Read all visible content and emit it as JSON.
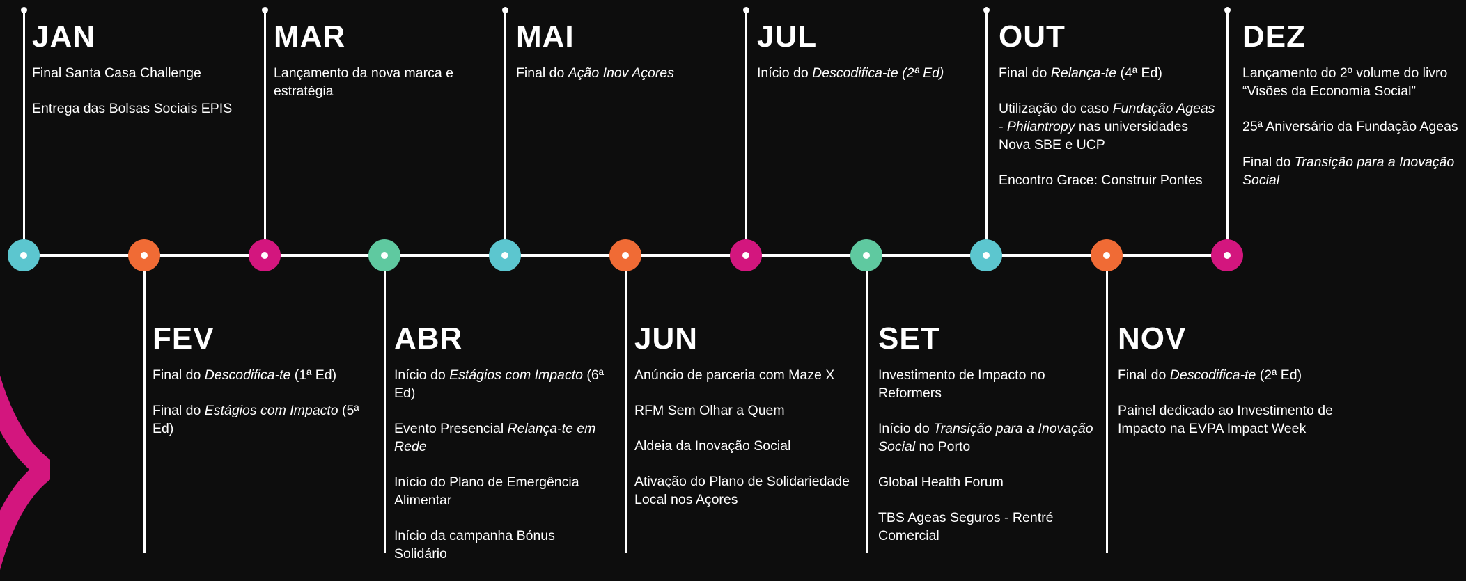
{
  "colors": {
    "teal": "#5cc6cf",
    "orange": "#f06b35",
    "pink": "#d3167e",
    "green": "#5fc9a0",
    "axis": "#ffffff",
    "background": "#0d0d0d"
  },
  "decoration": {
    "icon": "pink-star-ornament-icon"
  },
  "timeline": {
    "nodes": [
      {
        "month": "JAN",
        "color": "teal"
      },
      {
        "month": "FEV",
        "color": "orange"
      },
      {
        "month": "MAR",
        "color": "pink"
      },
      {
        "month": "ABR",
        "color": "green"
      },
      {
        "month": "MAI",
        "color": "teal"
      },
      {
        "month": "JUN",
        "color": "orange"
      },
      {
        "month": "JUL",
        "color": "pink"
      },
      {
        "month": "SET",
        "color": "green"
      },
      {
        "month": "OUT",
        "color": "teal"
      },
      {
        "month": "NOV",
        "color": "orange"
      },
      {
        "month": "DEZ",
        "color": "pink"
      }
    ],
    "months": {
      "jan": {
        "label": "JAN",
        "events": [
          [
            {
              "t": "Final Santa Casa Challenge"
            }
          ],
          [
            {
              "t": "Entrega das Bolsas Sociais EPIS"
            }
          ]
        ]
      },
      "fev": {
        "label": "FEV",
        "events": [
          [
            {
              "t": "Final do "
            },
            {
              "t": "Descodifica-te",
              "i": true
            },
            {
              "t": " (1ª Ed)"
            }
          ],
          [
            {
              "t": "Final do "
            },
            {
              "t": "Estágios com Impacto",
              "i": true
            },
            {
              "t": " (5ª Ed)"
            }
          ]
        ]
      },
      "mar": {
        "label": "MAR",
        "events": [
          [
            {
              "t": "Lançamento da nova marca e estratégia"
            }
          ]
        ]
      },
      "abr": {
        "label": "ABR",
        "events": [
          [
            {
              "t": "Início do "
            },
            {
              "t": "Estágios com Impacto",
              "i": true
            },
            {
              "t": " (6ª Ed)"
            }
          ],
          [
            {
              "t": "Evento Presencial "
            },
            {
              "t": "Relança-te em Rede",
              "i": true
            }
          ],
          [
            {
              "t": "Início do Plano de Emergência Alimentar"
            }
          ],
          [
            {
              "t": "Início da campanha Bónus Solidário"
            }
          ]
        ]
      },
      "mai": {
        "label": "MAI",
        "events": [
          [
            {
              "t": "Final do "
            },
            {
              "t": "Ação Inov Açores",
              "i": true
            }
          ]
        ]
      },
      "jun": {
        "label": "JUN",
        "events": [
          [
            {
              "t": "Anúncio de parceria com Maze X"
            }
          ],
          [
            {
              "t": "RFM Sem Olhar a Quem"
            }
          ],
          [
            {
              "t": "Aldeia da Inovação Social"
            }
          ],
          [
            {
              "t": "Ativação do Plano de Solidariedade Local nos Açores"
            }
          ]
        ]
      },
      "jul": {
        "label": "JUL",
        "events": [
          [
            {
              "t": "Início do "
            },
            {
              "t": "Descodifica-te (2ª Ed)",
              "i": true
            }
          ]
        ]
      },
      "set": {
        "label": "SET",
        "events": [
          [
            {
              "t": "Investimento de Impacto no Reformers"
            }
          ],
          [
            {
              "t": "Início do "
            },
            {
              "t": "Transição para a Inovação Social",
              "i": true
            },
            {
              "t": " no Porto"
            }
          ],
          [
            {
              "t": "Global Health Forum"
            }
          ],
          [
            {
              "t": "TBS Ageas Seguros - Rentré Comercial"
            }
          ]
        ]
      },
      "out": {
        "label": "OUT",
        "events": [
          [
            {
              "t": "Final do "
            },
            {
              "t": "Relança-te",
              "i": true
            },
            {
              "t": " (4ª Ed)"
            }
          ],
          [
            {
              "t": "Utilização do caso "
            },
            {
              "t": "Fundação Ageas - Philantropy",
              "i": true
            },
            {
              "t": " nas universidades Nova SBE e UCP"
            }
          ],
          [
            {
              "t": "Encontro Grace: Construir Pontes"
            }
          ]
        ]
      },
      "nov": {
        "label": "NOV",
        "events": [
          [
            {
              "t": "Final do "
            },
            {
              "t": "Descodifica-te",
              "i": true
            },
            {
              "t": " (2ª Ed)"
            }
          ],
          [
            {
              "t": "Painel dedicado ao Investimento de Impacto na EVPA Impact Week"
            }
          ]
        ]
      },
      "dez": {
        "label": "DEZ",
        "events": [
          [
            {
              "t": "Lançamento do 2º volume do livro “Visões da Economia Social”"
            }
          ],
          [
            {
              "t": "25ª Aniversário da Fundação Ageas"
            }
          ],
          [
            {
              "t": "Final do "
            },
            {
              "t": "Transição para a Inovação Social",
              "i": true
            }
          ]
        ]
      }
    }
  }
}
